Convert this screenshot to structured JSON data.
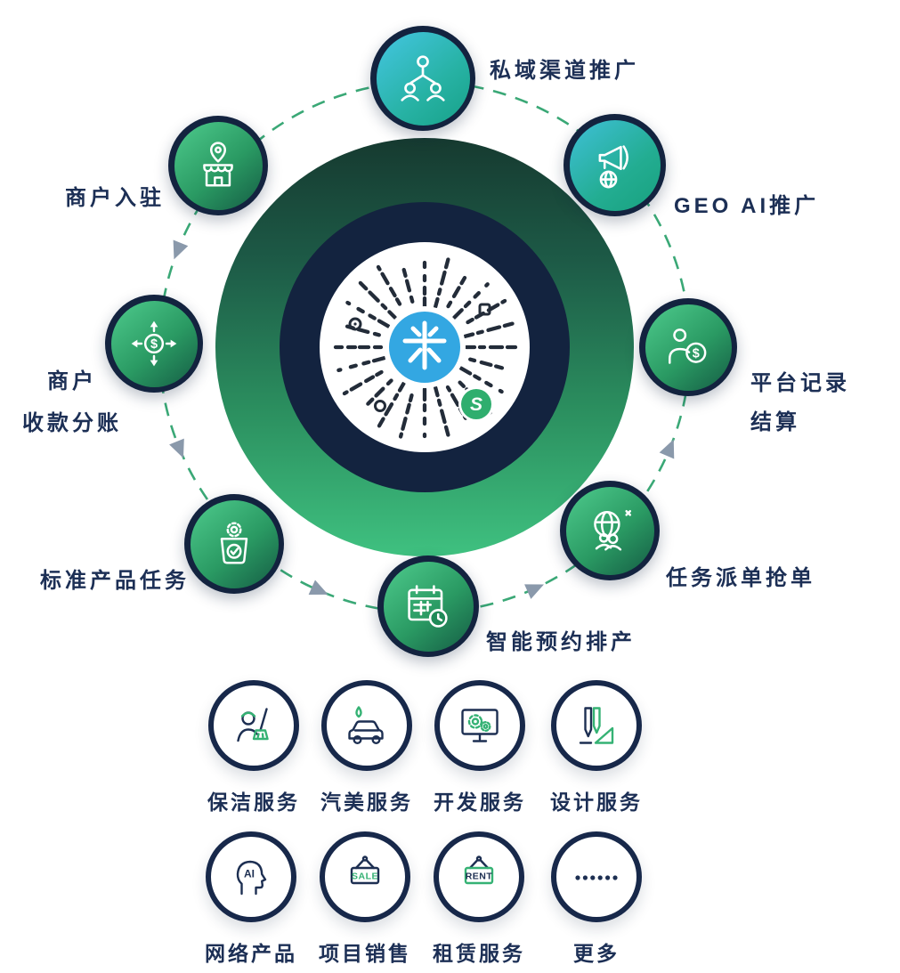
{
  "colors": {
    "background": "#ffffff",
    "navy_ring": "#13233f",
    "text": "#1c2f55",
    "green": "#35b274",
    "teal": "#2fb3c9",
    "dash_circle": "#3aa876",
    "flow_arrow": "#8a99ab",
    "qr_logo_blue": "#33a7e2",
    "qr_badge_green": "#2fae6e"
  },
  "center": {
    "badge_text": "S"
  },
  "glyphs": {
    "dollar": "$"
  },
  "cycle_nodes": [
    {
      "id": "private-domain-promo",
      "label": "私域渠道推广",
      "icon": "people-network-icon",
      "style": "teal"
    },
    {
      "id": "geo-ai-promo",
      "label": "GEO AI推广",
      "icon": "megaphone-globe-icon",
      "style": "teal"
    },
    {
      "id": "platform-settlement",
      "label": "平台记录",
      "label2": "结算",
      "icon": "person-coin-icon",
      "style": "green"
    },
    {
      "id": "task-dispatch",
      "label": "任务派单抢单",
      "icon": "globe-team-icon",
      "style": "green"
    },
    {
      "id": "smart-scheduling",
      "label": "智能预约排产",
      "icon": "calendar-clock-icon",
      "style": "green"
    },
    {
      "id": "standard-product-task",
      "label": "标准产品任务",
      "icon": "bag-gear-icon",
      "style": "green"
    },
    {
      "id": "merchant-split-payment",
      "label": "商户",
      "label2": "收款分账",
      "icon": "dollar-arrows-icon",
      "style": "green"
    },
    {
      "id": "merchant-onboarding",
      "label": "商户入驻",
      "icon": "storefront-pin-icon",
      "style": "green"
    }
  ],
  "services": [
    {
      "label": "保洁服务",
      "icon": "cleaner-icon"
    },
    {
      "label": "汽美服务",
      "icon": "car-wash-icon"
    },
    {
      "label": "开发服务",
      "icon": "dev-monitor-icon"
    },
    {
      "label": "设计服务",
      "icon": "design-tools-icon"
    },
    {
      "label": "网络产品",
      "icon": "ai-head-icon",
      "badge": "AI"
    },
    {
      "label": "项目销售",
      "icon": "sale-sign-icon",
      "badge": "SALE"
    },
    {
      "label": "租赁服务",
      "icon": "rent-sign-icon",
      "badge": "RENT"
    },
    {
      "label": "更多",
      "icon": "more-dots-icon"
    }
  ]
}
